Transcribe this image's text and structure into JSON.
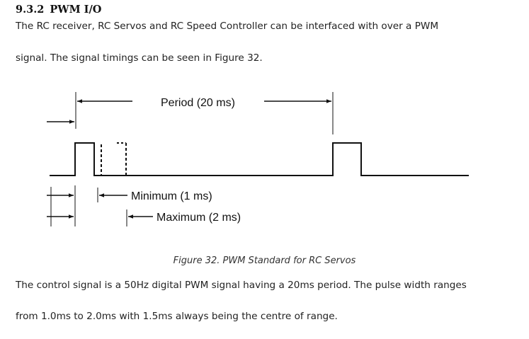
{
  "section": {
    "number": "9.3.2",
    "title": "PWM I/O"
  },
  "intro": {
    "line1": "The RC receiver, RC Servos and RC Speed Controller can be interfaced with over a PWM",
    "line2": "signal.  The signal timings can be seen in Figure 32."
  },
  "figure": {
    "period_label": "Period (20 ms)",
    "min_label": "Minimum (1 ms)",
    "max_label": "Maximum (2 ms)",
    "caption": "Figure 32.  PWM Standard for RC Servos"
  },
  "body": {
    "line1": "The control signal is a 50Hz digital PWM signal having a 20ms period. The pulse width ranges",
    "line2": "from 1.0ms to 2.0ms with 1.5ms always being the centre of range."
  }
}
